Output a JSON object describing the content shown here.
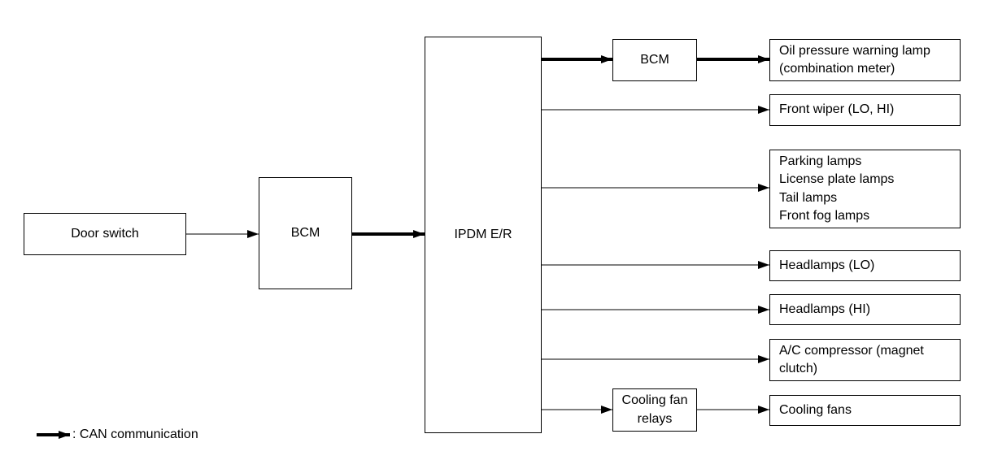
{
  "blocks": {
    "door_switch": "Door switch",
    "bcm_input": "BCM",
    "ipdm": "IPDM E/R",
    "bcm_output": "BCM",
    "cooling_fan_relays": [
      "Cooling fan",
      "relays"
    ]
  },
  "outputs": {
    "oil_pressure": [
      "Oil pressure warning lamp",
      "(combination meter)"
    ],
    "front_wiper": "Front wiper (LO, HI)",
    "lamps": [
      "Parking lamps",
      "License plate lamps",
      "Tail lamps",
      "Front fog lamps"
    ],
    "headlamps_lo": "Headlamps (LO)",
    "headlamps_hi": "Headlamps (HI)",
    "ac_compressor": [
      "A/C compressor (magnet",
      "clutch)"
    ],
    "cooling_fans": "Cooling fans"
  },
  "legend": {
    "can_label": ": CAN communication"
  }
}
